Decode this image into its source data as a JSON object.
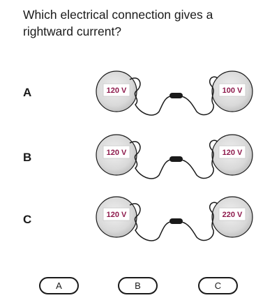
{
  "question": {
    "text": "Which electrical connection gives a rightward current?"
  },
  "rows": [
    {
      "label": "A",
      "left_voltage": "120 V",
      "right_voltage": "100 V"
    },
    {
      "label": "B",
      "left_voltage": "120 V",
      "right_voltage": "120 V"
    },
    {
      "label": "C",
      "left_voltage": "120 V",
      "right_voltage": "220 V"
    }
  ],
  "answers": [
    {
      "label": "A"
    },
    {
      "label": "B"
    },
    {
      "label": "C"
    }
  ],
  "colors": {
    "sphere_fill": "#d9d9d9",
    "label_box": "#ffffff",
    "voltage_text": "#8e1a4c",
    "wire": "#1a1a1a"
  }
}
